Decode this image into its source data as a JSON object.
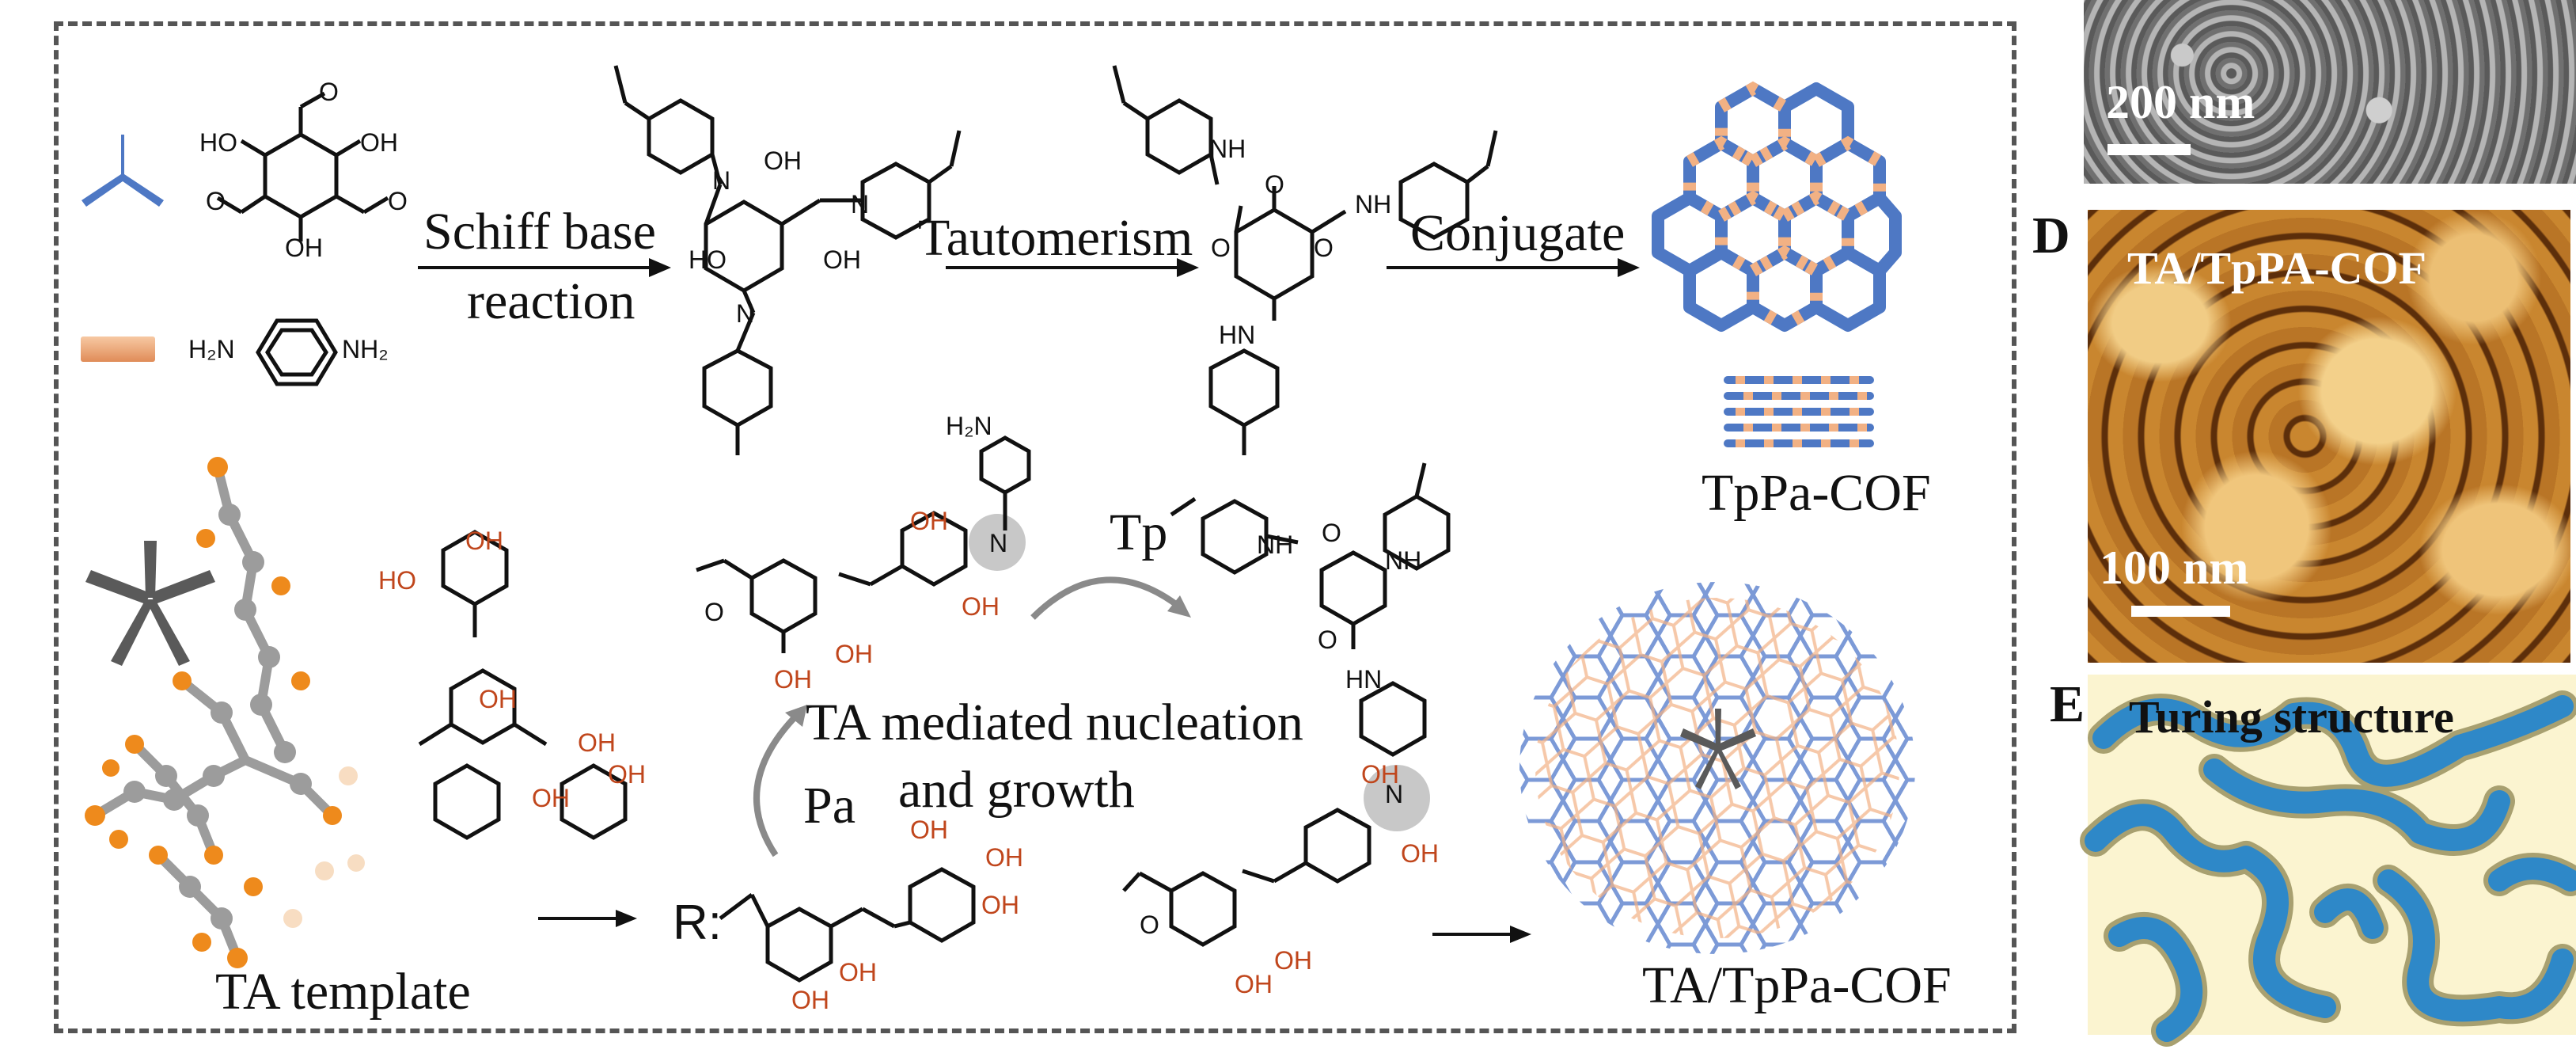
{
  "scheme": {
    "schiff_base_line1": "Schiff base",
    "schiff_base_line2": "reaction",
    "tautomerism": "Tautomerism",
    "conjugate": "Conjugate",
    "tppa_cof": "TpPa-COF",
    "tp": "Tp",
    "pa": "Pa",
    "ta_mediated_line1": "TA mediated nucleation",
    "ta_mediated_line2": "and growth",
    "ta_template": "TA template",
    "ta_tppa_cof": "TA/TpPa-COF",
    "r_label": "R:"
  },
  "chem_labels": {
    "oh": "OH",
    "ho": "HO",
    "nh": "NH",
    "hn": "HN",
    "n": "N",
    "h": "H",
    "o": "O",
    "h2n": "H₂N",
    "nh2": "NH₂"
  },
  "panels": {
    "sem_scale": "200 nm",
    "d_letter": "D",
    "d_title": "TA/TpPA-COF",
    "d_scale": "100 nm",
    "e_letter": "E",
    "e_title": "Turing structure"
  },
  "colors": {
    "cof_blue": "#4e78c4",
    "cof_orange": "#f2b184",
    "ta_orange": "#ee8a1c",
    "ta_gray": "#9c9c9c",
    "afm_light": "#e9b86a",
    "afm_dark": "#3a1c05",
    "turing_cream": "#fbf4d0",
    "turing_blue": "#2e88c8",
    "turing_olive": "#a8a070",
    "oxygen_red": "#c0461c"
  },
  "icons": [
    "tripod-icon",
    "linker-rod-icon",
    "star-template-icon",
    "curved-arrow-icon"
  ]
}
